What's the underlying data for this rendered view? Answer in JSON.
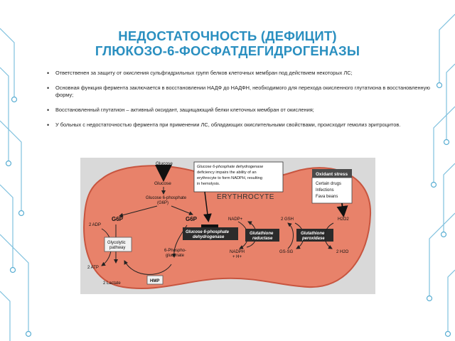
{
  "title": {
    "line1": "НЕДОСТАТОЧНОСТЬ (ДЕФИЦИТ)",
    "line2": "ГЛЮКОЗО-6-ФОСФАТДЕГИДРОГЕНАЗЫ"
  },
  "bullets": [
    "Ответственен за защиту от окисления сульфгидрильных групп белков клеточных мембран под действием некоторых ЛС;",
    "Основная функция фермента заключается в восстановлении НАДФ до НАДФН, необходимого для перехода окисленного глутатиона в восстановленную форму;",
    "Восстановленный глутатион – активный оксидант, защищающий белки клеточных мембран от окисления;",
    "У больных с недостаточностью фермента при применении ЛС, обладающих окислительными свойствами, происходит гемолиз эритроцитов."
  ],
  "diagram": {
    "glucose_top": "Glucose",
    "glucose": "Glucose",
    "g6p_line1": "Glucose 6-phosphate",
    "g6p_line2": "(G6P)",
    "g6p_left": "G6P",
    "g6p_right": "G6P",
    "adp": "2 ADP",
    "atp": "2 ATP",
    "lactate": "2 Lactate",
    "glycolytic_line1": "Glycolytic",
    "glycolytic_line2": "pathway",
    "hmp": "HMP",
    "phospho_line1": "6-Phospho-",
    "phospho_line2": "gluconate",
    "callout_line1": "Glucose 6-phosphate dehydrogenase",
    "callout_line2": "deficiency impairs the ability of an",
    "callout_line3": "erythrocyte to form NADPH, resulting",
    "callout_line4": "in hemolysis.",
    "erythrocyte": "ERYTHROCYTE",
    "nadp_plus": "NADP+",
    "nadph": "NADPH",
    "h_plus": "+ H+",
    "gsh": "2 GSH",
    "gssg": "GS-SG",
    "h2o2": "H2O2",
    "h2o": "2 H2O",
    "enzyme1_line1": "Glucose 6-phosphate",
    "enzyme1_line2": "dehydrogenase",
    "enzyme2_line1": "Glutathione",
    "enzyme2_line2": "reductase",
    "enzyme3_line1": "Glutathione",
    "enzyme3_line2": "peroxidase",
    "oxidant_title": "Oxidant stress",
    "oxidant_items": [
      "Certain drugs",
      "Infections",
      "Fava beans"
    ]
  },
  "colors": {
    "title": "#2a8fc0",
    "cell": "#e8826a",
    "cell_border": "#c8553f",
    "panel": "#d9d9d9",
    "enzyme_box": "#2b2b2b",
    "oxidant_header": "#4a4a4a",
    "circuit": "#6fb8d8"
  }
}
